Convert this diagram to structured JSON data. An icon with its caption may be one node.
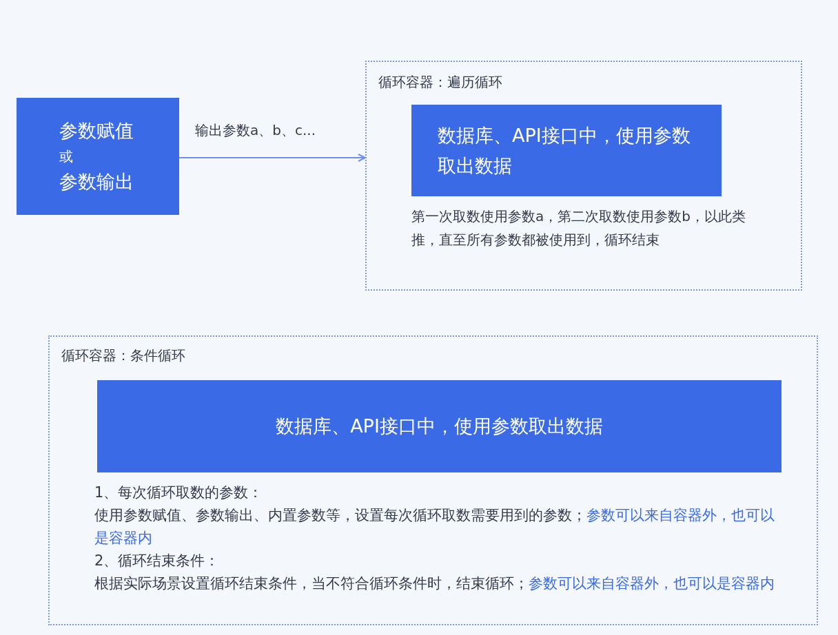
{
  "diagram": {
    "nodes": [
      {
        "text": [
          "参数赋值",
          "或",
          "参数输出"
        ]
      },
      {
        "text": [
          "循环容器：遍历循环"
        ]
      },
      {
        "text": [
          "数据库、API接口中，使用参数取出数据"
        ],
        "in": 1,
        "beside": [
          "第一次取数使用参数a，第二次取数使用参数b，以此类推，直至所有参数都被使用到，循环结束"
        ]
      },
      {
        "text": [
          "循环容器：条件循环"
        ]
      },
      {
        "text": [
          "数据库、API接口中，使用参数取出数据"
        ],
        "in": 3
      }
    ],
    "edges": [
      {
        "from": 0,
        "to": 1,
        "arrow": "to",
        "label": "输出参数a、b、c..."
      }
    ],
    "labels": [
      "1、每次循环取数的参数：",
      "使用参数赋值、参数输出、内置参数等，设置每次循环取数需要用到的参数；",
      "参数可以来自容器外，也可以是容器内",
      "2、循环结束条件：",
      "根据实际场景设置循环结束条件，当不符合循环条件时，结束循环；",
      "参数可以来自容器外，也可以是容器内"
    ]
  }
}
